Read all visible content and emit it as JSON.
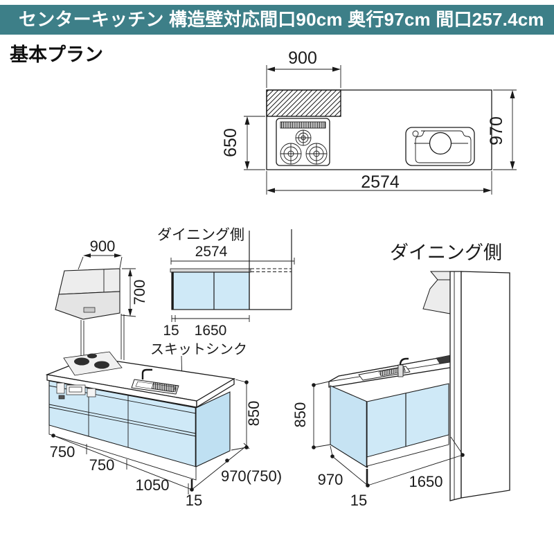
{
  "header": {
    "title": "センターキッチン 構造壁対応間口90cm 奥行97cm 間口257.4cm"
  },
  "plan_title": "基本プラン",
  "colors": {
    "teal": "#3d7f88",
    "cabinet_blue": "#cfe9f7",
    "cabinet_blue_dark": "#bfe0f2",
    "hood_gray": "#ececec"
  },
  "plan": {
    "dim_top": "900",
    "dim_left": "650",
    "dim_right": "970",
    "dim_bottom": "2574"
  },
  "kitchen_side": {
    "hood_width": "900",
    "hood_height": "700",
    "label_dining": "ダイニング側",
    "dim_width": "2574",
    "dim_end_panel": "15",
    "dim_wall_cabinet": "1650",
    "label_sink": "スキットシンク",
    "dim_height": "850",
    "dim_seg1": "750",
    "dim_seg2": "750",
    "dim_seg3": "1050",
    "dim_seg4": "15",
    "dim_depth": "970(750)"
  },
  "dining_side": {
    "label": "ダイニング側",
    "dim_height": "850",
    "dim_depth": "970",
    "dim_end_panel": "15",
    "dim_width": "1650"
  }
}
